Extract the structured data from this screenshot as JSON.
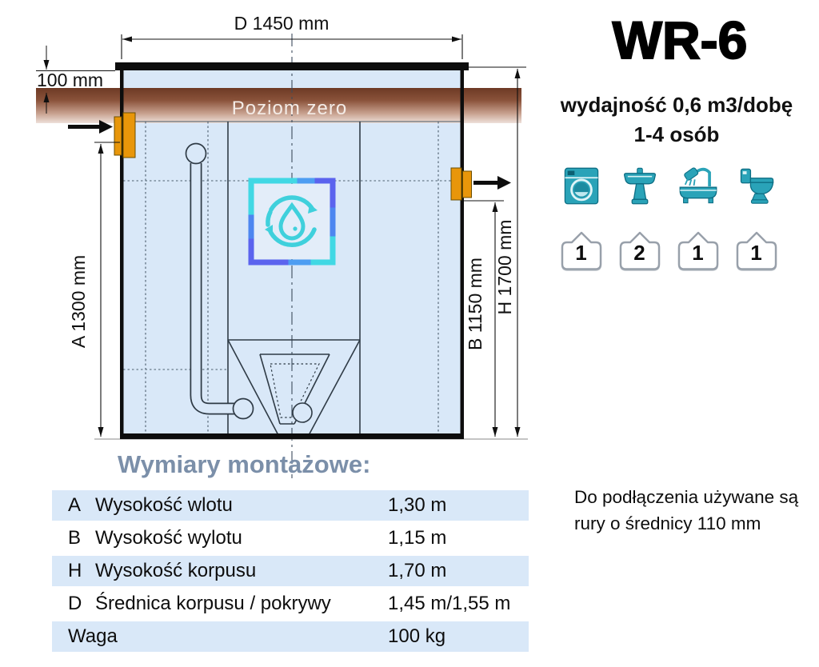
{
  "header": {
    "model": "WR-6",
    "capacity": "wydajność 0,6 m3/dobę",
    "persons": "1-4 osób"
  },
  "diagram": {
    "dim_d": "D 1450 mm",
    "dim_cover": "100 mm",
    "ground_label": "Poziom zero",
    "dim_a": "A 1300 mm",
    "dim_b": "B 1150 mm",
    "dim_h": "H 1700 mm"
  },
  "fixtures": {
    "items": [
      {
        "icon": "washing-machine",
        "count": "1"
      },
      {
        "icon": "washbasin",
        "count": "2"
      },
      {
        "icon": "bathtub-shower",
        "count": "1"
      },
      {
        "icon": "toilet",
        "count": "1"
      }
    ]
  },
  "spec": {
    "heading": "Wymiary montażowe:",
    "rows": [
      {
        "code": "A",
        "label": "Wysokość wlotu",
        "value": "1,30 m"
      },
      {
        "code": "B",
        "label": "Wysokość wylotu",
        "value": "1,15 m"
      },
      {
        "code": "H",
        "label": "Wysokość korpusu",
        "value": "1,70 m"
      },
      {
        "code": "D",
        "label": "Średnica korpusu / pokrywy",
        "value": "1,45 m/1,55 m"
      },
      {
        "code": "",
        "label": "Waga",
        "value": "100 kg"
      }
    ]
  },
  "note": {
    "line1": "Do podłączenia używane są",
    "line2": "rury o średnicy 110 mm"
  },
  "colors": {
    "tank_blue": "#d9e8f8",
    "table_blue": "#d9e8f8",
    "heading_blue": "#7b8fa9",
    "ground_brown": "#6d3a25",
    "fitting_orange": "#e8960a",
    "icon_teal": "#2aa3b8",
    "logo_cyan": "#41d8e4",
    "logo_indigo": "#5b63ee"
  }
}
